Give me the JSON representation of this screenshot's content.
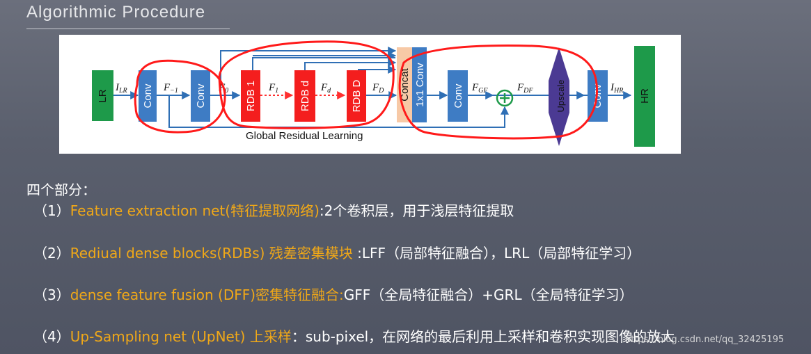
{
  "title": "Algorithmic Procedure",
  "diagram": {
    "blocks": {
      "lr": "LR",
      "conv1": "Conv",
      "conv2": "Conv",
      "rdb1": "RDB 1",
      "rdbd": "RDB d",
      "rdbD": "RDB D",
      "concat": "Concat",
      "conv1x1": "1x1 Conv",
      "conv3": "Conv",
      "upscale": "Upscale",
      "conv4": "Conv",
      "hr": "HR"
    },
    "signals": {
      "ilr": "I",
      "ilr_sub": "LR",
      "fm1": "F",
      "fm1_sub": "−1",
      "f0": "F",
      "f0_sub": "0",
      "f1": "F",
      "f1_sub": "1",
      "fd": "F",
      "fd_sub": "d",
      "fD": "F",
      "fD_sub": "D",
      "fgf": "F",
      "fgf_sub": "GF",
      "fdf": "F",
      "fdf_sub": "DF",
      "ihr": "I",
      "ihr_sub": "HR"
    },
    "global_residual_label": "Global Residual Learning",
    "colors": {
      "conv": "#3e7cc4",
      "rdb": "#f41e1e",
      "lr_hr": "#1e9a4a",
      "concat": "#f7c9a6",
      "upscale": "#4b3a93",
      "arrow": "#2f6fb5",
      "annotation": "#ff1a1a"
    }
  },
  "heading": "四个部分：",
  "items": [
    {
      "num": "（1）",
      "hl": "Feature extraction net(特征提取网络)",
      "rest": ":2个卷积层，用于浅层特征提取"
    },
    {
      "num": "（2）",
      "hl": "Rediual dense blocks(RDBs) 残差密集模块",
      "rest": " :LFF（局部特征融合），LRL（局部特征学习）"
    },
    {
      "num": "（3）",
      "hl": "dense feature fusion (DFF)密集特征融合:",
      "rest": "GFF（全局特征融合）+GRL（全局特征学习）"
    },
    {
      "num": "（4）",
      "hl": "Up-Sampling net (UpNet) 上采样",
      "rest": "：sub-pixel，在网络的最后利用上采样和卷积实现图像的放大"
    }
  ],
  "watermark": "https://blog.csdn.net/qq_32425195"
}
